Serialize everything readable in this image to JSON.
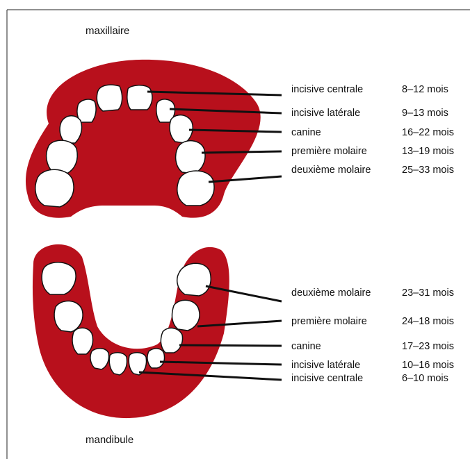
{
  "upper": {
    "title": "maxillaire",
    "teeth": [
      {
        "name": "incisive centrale",
        "age": "8–12 mois"
      },
      {
        "name": "incisive latérale",
        "age": "9–13 mois"
      },
      {
        "name": "canine",
        "age": "16–22 mois"
      },
      {
        "name": "première molaire",
        "age": "13–19 mois"
      },
      {
        "name": "deuxième molaire",
        "age": "25–33 mois"
      }
    ]
  },
  "lower": {
    "title": "mandibule",
    "teeth": [
      {
        "name": "deuxième molaire",
        "age": "23–31 mois"
      },
      {
        "name": "première molaire",
        "age": "24–18 mois"
      },
      {
        "name": "canine",
        "age": "17–23 mois"
      },
      {
        "name": "incisive latérale",
        "age": "10–16 mois"
      },
      {
        "name": "incisive centrale",
        "age": "6–10 mois"
      }
    ]
  },
  "colors": {
    "gum": "#b8101c",
    "tooth": "#ffffff",
    "outline": "#111111"
  }
}
